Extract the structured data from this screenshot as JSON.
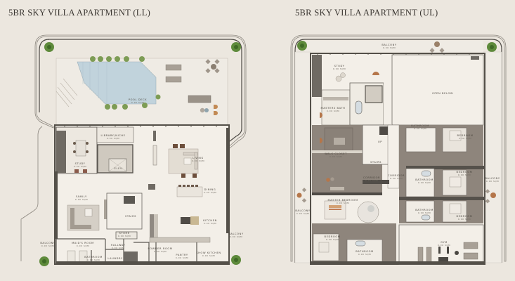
{
  "titles": {
    "left": "5BR SKY VILLA APARTMENT (LL)",
    "right": "5BR SKY VILLA APARTMENT (UL)"
  },
  "colors": {
    "background": "#ece7df",
    "wall": "#5b5852",
    "floor_light": "#f3efe8",
    "floor_dark": "#8e857c",
    "pool": "#b9cdd8",
    "plant": "#5f8a3c",
    "furniture_accent": "#b5764a"
  },
  "lower_level": {
    "rooms": [
      {
        "id": "pool-deck",
        "name": "POOL DECK",
        "size": "0.00 SQM"
      },
      {
        "id": "library",
        "name": "LIBRARY/NICHE",
        "size": "0.00 SQM"
      },
      {
        "id": "study",
        "name": "STUDY",
        "size": "0.00 SQM"
      },
      {
        "id": "elev",
        "name": "ELEV.",
        "size": ""
      },
      {
        "id": "living",
        "name": "LIVING",
        "size": "0.00 SQM"
      },
      {
        "id": "dining",
        "name": "DINING",
        "size": "0.00 SQM"
      },
      {
        "id": "family",
        "name": "FAMILY",
        "size": "0.00 SQM"
      },
      {
        "id": "stairs",
        "name": "STAIRS",
        "size": ""
      },
      {
        "id": "kitchen",
        "name": "KITCHEN",
        "size": "0.00 SQM"
      },
      {
        "id": "store",
        "name": "STORE",
        "size": "0.00 SQM"
      },
      {
        "id": "maids-room",
        "name": "MAID'S ROOM",
        "size": "0.00 SQM"
      },
      {
        "id": "hallway",
        "name": "HALLWAY",
        "size": "0.00 SQM"
      },
      {
        "id": "bathroom",
        "name": "BATHROOM",
        "size": "0.00 SQM"
      },
      {
        "id": "laundry",
        "name": "LAUNDRY",
        "size": ""
      },
      {
        "id": "powder-room",
        "name": "POWDER ROOM",
        "size": "0.00 SQM"
      },
      {
        "id": "pantry",
        "name": "PANTRY",
        "size": "0.00 SQM"
      },
      {
        "id": "show-kitchen",
        "name": "SHOW KITCHEN",
        "size": "0.00 SQM"
      },
      {
        "id": "balcony-left",
        "name": "BALCONY",
        "size": "0.00 SQM"
      },
      {
        "id": "balcony-right",
        "name": "BALCONY",
        "size": "0.00 SQM"
      }
    ]
  },
  "upper_level": {
    "rooms": [
      {
        "id": "balcony-top",
        "name": "BALCONY",
        "size": "0.00 SQM"
      },
      {
        "id": "study",
        "name": "STUDY",
        "size": "0.00 SQM"
      },
      {
        "id": "open-below",
        "name": "OPEN BELOW",
        "size": ""
      },
      {
        "id": "masters-bath",
        "name": "MASTERS BATH",
        "size": "0.00 SQM"
      },
      {
        "id": "bathroom-1",
        "name": "BATHROOM",
        "size": "0.00 SQM"
      },
      {
        "id": "bedroom-1",
        "name": "BEDROOM",
        "size": "0.00 SQM"
      },
      {
        "id": "walk-closet",
        "name": "WALK CLOSET",
        "size": "0.00 SQM"
      },
      {
        "id": "up",
        "name": "UP",
        "size": ""
      },
      {
        "id": "stairs",
        "name": "STAIRS",
        "size": ""
      },
      {
        "id": "corridor-1",
        "name": "CORRIDOR",
        "size": "0.00 SQM"
      },
      {
        "id": "corridor-2",
        "name": "CORRIDOR",
        "size": "0.00 SQM"
      },
      {
        "id": "bathroom-2",
        "name": "BATHROOM",
        "size": "0.00 SQM"
      },
      {
        "id": "bedroom-2",
        "name": "BEDROOM",
        "size": "0.00 SQM"
      },
      {
        "id": "master-bedroom",
        "name": "MASTER BEDROOM",
        "size": "0.00 SQM"
      },
      {
        "id": "bathroom-3",
        "name": "BATHROOM",
        "size": "0.00 SQM"
      },
      {
        "id": "bedroom-3",
        "name": "BEDROOM",
        "size": "0.00 SQM"
      },
      {
        "id": "balcony-left",
        "name": "BALCONY",
        "size": "0.00 SQM"
      },
      {
        "id": "balcony-right",
        "name": "BALCONY",
        "size": "0.00 SQM"
      },
      {
        "id": "bedroom-4",
        "name": "BEDROOM",
        "size": "0.00 SQM"
      },
      {
        "id": "bathroom-4",
        "name": "BATHROOM",
        "size": "0.00 SQM"
      },
      {
        "id": "gym",
        "name": "GYM",
        "size": "0.00 SQM"
      }
    ]
  }
}
